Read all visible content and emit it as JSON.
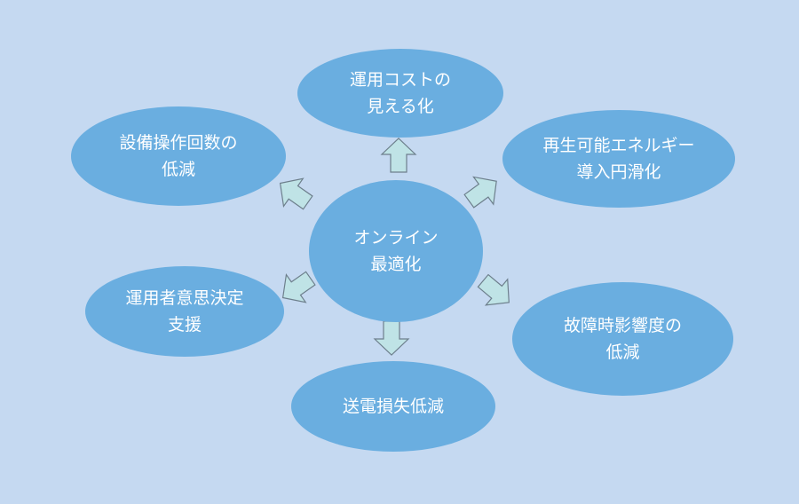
{
  "colors": {
    "background": "#c5d9f1",
    "node_fill": "#6aaee0",
    "node_text": "#ffffff",
    "arrow_fill": "#bfe3e6",
    "arrow_stroke": "#6d7f8c"
  },
  "center": {
    "lines": [
      "オンライン",
      "最適化"
    ]
  },
  "outcomes": {
    "top": {
      "lines": [
        "運用コストの",
        "見える化"
      ]
    },
    "top_left": {
      "lines": [
        "設備操作回数の",
        "低減"
      ]
    },
    "top_right": {
      "lines": [
        "再生可能エネルギー",
        "導入円滑化"
      ]
    },
    "bottom_left": {
      "lines": [
        "運用者意思決定",
        "支援"
      ]
    },
    "bottom_right": {
      "lines": [
        "故障時影響度の",
        "低減"
      ]
    },
    "bottom": {
      "lines": [
        "送電損失低減"
      ]
    }
  }
}
